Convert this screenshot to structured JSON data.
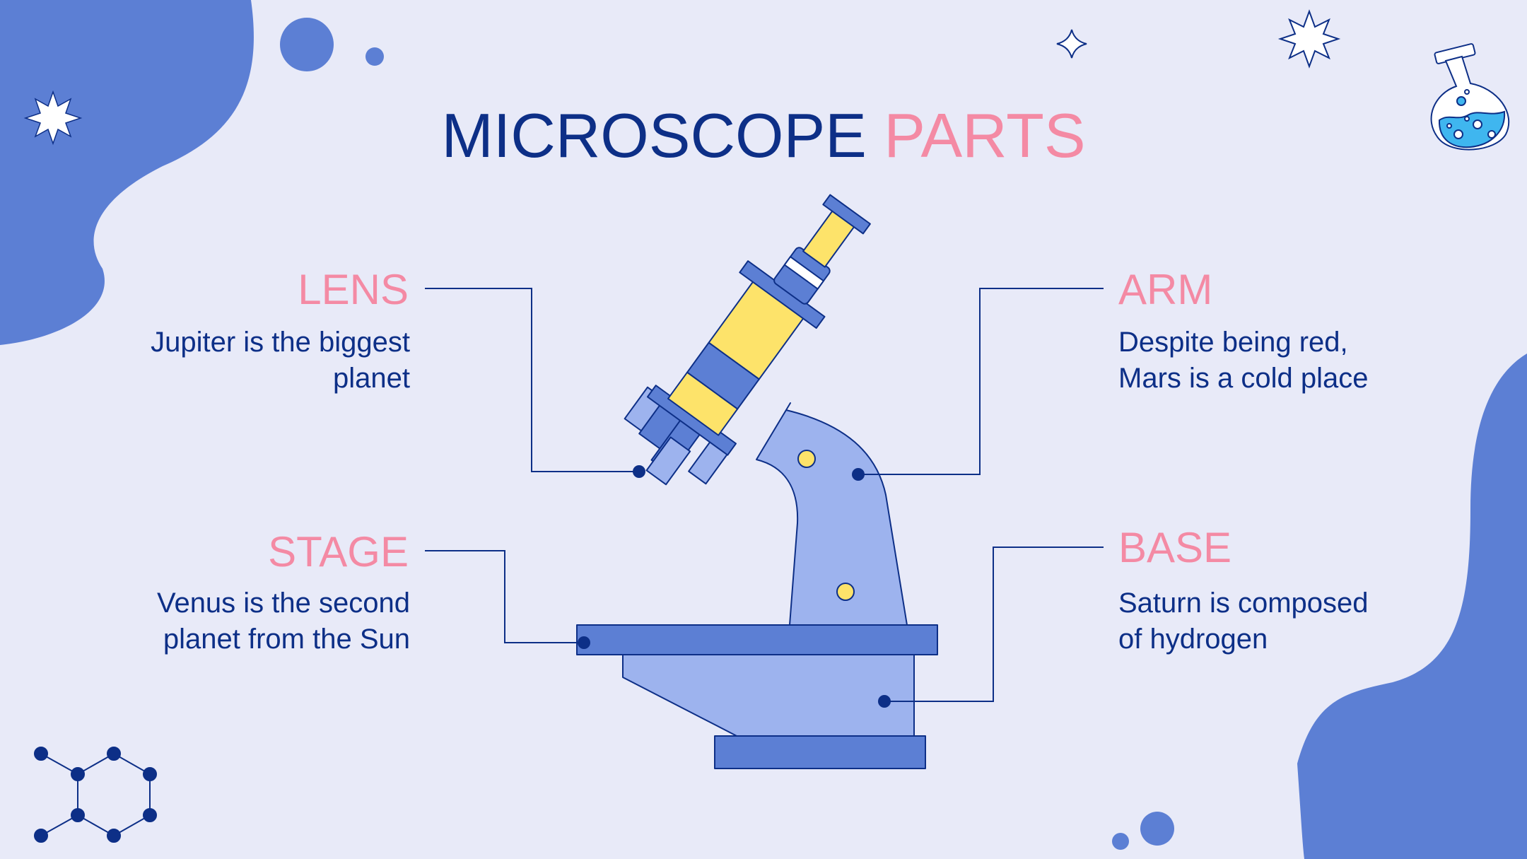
{
  "title": {
    "part1": "MICROSCOPE",
    "part2": "PARTS"
  },
  "parts": {
    "lens": {
      "label": "LENS",
      "desc_line1": "Jupiter is the biggest",
      "desc_line2": "planet"
    },
    "stage": {
      "label": "STAGE",
      "desc_line1": "Venus is the second",
      "desc_line2": "planet from the Sun"
    },
    "arm": {
      "label": "ARM",
      "desc_line1": "Despite being red,",
      "desc_line2": "Mars is a cold place"
    },
    "base": {
      "label": "BASE",
      "desc_line1": "Saturn is composed",
      "desc_line2": "of hydrogen"
    }
  },
  "colors": {
    "background": "#e8eaf8",
    "blob": "#5c7fd4",
    "navy": "#0d2f87",
    "pink": "#f48aa4",
    "yellow": "#fde36a",
    "light_blue": "#9db3ee"
  },
  "icons": [
    "star-icon",
    "sparkle-icon",
    "flask-icon",
    "molecule-icon",
    "microscope-illustration"
  ]
}
